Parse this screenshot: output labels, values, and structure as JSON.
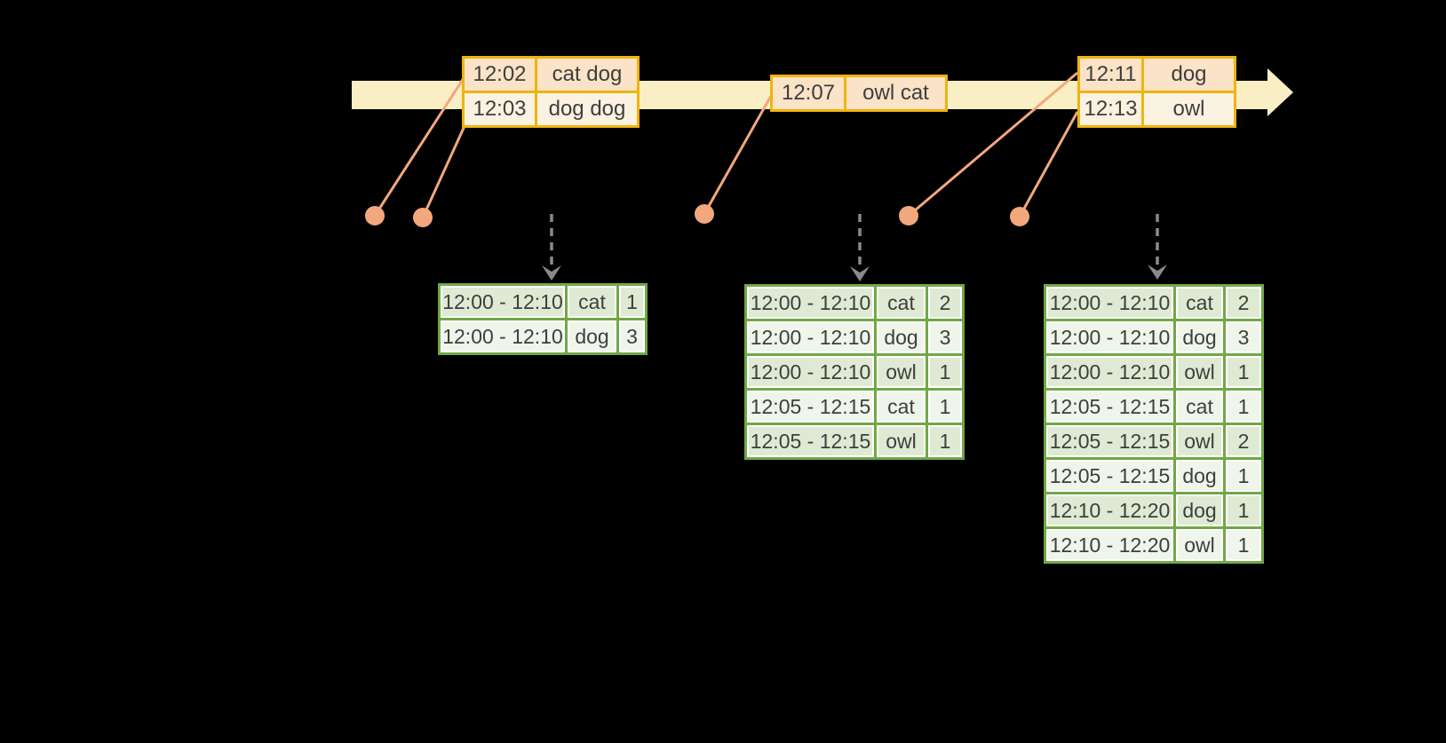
{
  "colors": {
    "background": "#000000",
    "timeline_band": "#FAEFC4",
    "event_table_border": "#F0B310",
    "event_row_dark": "#FAE3C6",
    "event_row_light": "#FCF2E2",
    "connector_orange": "#F2A87C",
    "trigger_arrow_gray": "#8A8A8A",
    "result_table_border": "#70A845",
    "result_row_dark": "#DEEAD3",
    "result_row_light": "#F0F5EC",
    "table_text": "#3E3E3E"
  },
  "icons": {
    "timeline-arrowhead-icon": "▶",
    "trigger-arrow-icon": "↓",
    "event-time-dot-icon": "●"
  },
  "timeline": {
    "event_tables": [
      {
        "name": "events-12-02-12-03",
        "rows": [
          [
            "12:02",
            "cat dog"
          ],
          [
            "12:03",
            "dog dog"
          ]
        ]
      },
      {
        "name": "events-12-07",
        "rows": [
          [
            "12:07",
            "owl cat"
          ]
        ]
      },
      {
        "name": "events-12-11-12-13",
        "rows": [
          [
            "12:11",
            "dog"
          ],
          [
            "12:13",
            "owl"
          ]
        ]
      }
    ]
  },
  "result_tables": [
    {
      "name": "result-table-1",
      "rows": [
        [
          "12:00 - 12:10",
          "cat",
          "1"
        ],
        [
          "12:00 - 12:10",
          "dog",
          "3"
        ]
      ]
    },
    {
      "name": "result-table-2",
      "rows": [
        [
          "12:00 - 12:10",
          "cat",
          "2"
        ],
        [
          "12:00 - 12:10",
          "dog",
          "3"
        ],
        [
          "12:00 - 12:10",
          "owl",
          "1"
        ],
        [
          "12:05 - 12:15",
          "cat",
          "1"
        ],
        [
          "12:05 - 12:15",
          "owl",
          "1"
        ]
      ]
    },
    {
      "name": "result-table-3",
      "rows": [
        [
          "12:00 - 12:10",
          "cat",
          "2"
        ],
        [
          "12:00 - 12:10",
          "dog",
          "3"
        ],
        [
          "12:00 - 12:10",
          "owl",
          "1"
        ],
        [
          "12:05 - 12:15",
          "cat",
          "1"
        ],
        [
          "12:05 - 12:15",
          "owl",
          "2"
        ],
        [
          "12:05 - 12:15",
          "dog",
          "1"
        ],
        [
          "12:10 - 12:20",
          "dog",
          "1"
        ],
        [
          "12:10 - 12:20",
          "owl",
          "1"
        ]
      ]
    }
  ]
}
